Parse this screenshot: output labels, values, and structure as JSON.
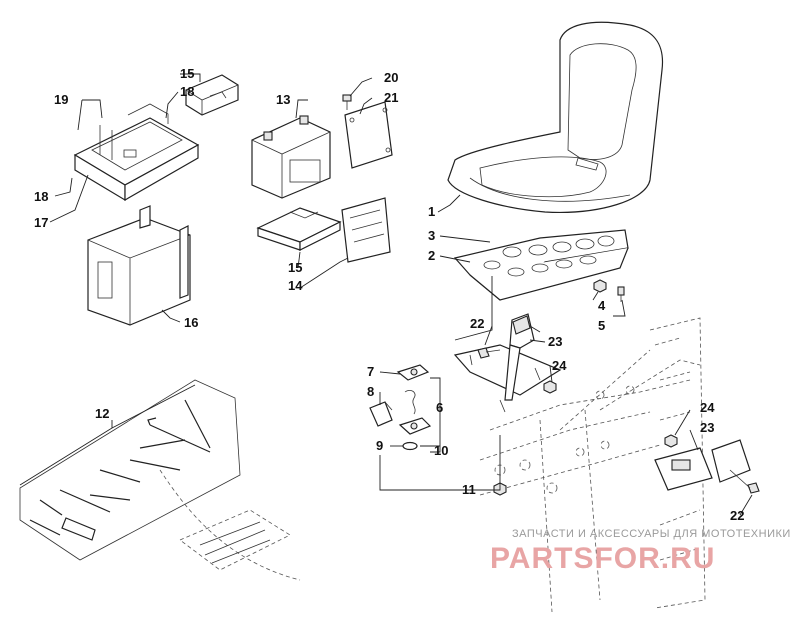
{
  "callouts": {
    "n1": "1",
    "n2": "2",
    "n3": "3",
    "n4": "4",
    "n5": "5",
    "n6": "6",
    "n7": "7",
    "n8": "8",
    "n9": "9",
    "n10": "10",
    "n11": "11",
    "n12": "12",
    "n13": "13",
    "n14a": "14",
    "n15a": "15",
    "n15b": "15",
    "n16": "16",
    "n17": "17",
    "n18a": "18",
    "n18b": "18",
    "n19": "19",
    "n20": "20",
    "n21": "21",
    "n22a": "22",
    "n22b": "22",
    "n23a": "23",
    "n23b": "23",
    "n24a": "24",
    "n24b": "24"
  },
  "watermark": {
    "line1": "ЗАПЧАСТИ И АКСЕССУАРЫ ДЛЯ МОТОТЕХНИКИ",
    "line2": "PARTSFOR.RU"
  }
}
